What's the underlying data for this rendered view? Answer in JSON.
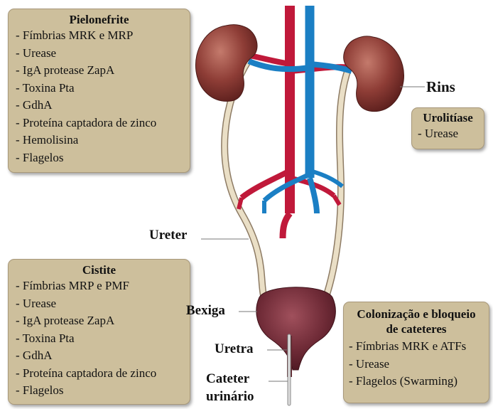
{
  "boxes": {
    "pielonefrite": {
      "title": "Pielonefrite",
      "items": [
        "- Fímbrias MRK e MRP",
        "- Urease",
        "- IgA protease ZapA",
        "- Toxina Pta",
        "- GdhA",
        "- Proteína captadora de zinco",
        "- Hemolisina",
        "- Flagelos"
      ]
    },
    "urolitiase": {
      "title": "Urolitíase",
      "items": [
        "- Urease"
      ]
    },
    "cistite": {
      "title": "Cistite",
      "items": [
        "- Fímbrias MRP e PMF",
        "- Urease",
        "- IgA protease ZapA",
        "- Toxina Pta",
        "- GdhA",
        "- Proteína captadora de zinco",
        "- Flagelos"
      ]
    },
    "colonizacao": {
      "title_line1": "Colonização e bloqueio",
      "title_line2": "de cateteres",
      "items": [
        "- Fímbrias MRK e ATFs",
        "- Urease",
        "- Flagelos (Swarming)"
      ]
    }
  },
  "labels": {
    "rins": "Rins",
    "ureter": "Ureter",
    "bexiga": "Bexiga",
    "uretra": "Uretra",
    "cateter_line1": "Cateter",
    "cateter_line2": "urinário"
  },
  "colors": {
    "box_fill": "#cdbf9c",
    "kidney": "#8a3a34",
    "artery": "#c0193a",
    "vein": "#1b7fc4",
    "ureter": "#e9dcc0",
    "bladder": "#6b2a34"
  }
}
